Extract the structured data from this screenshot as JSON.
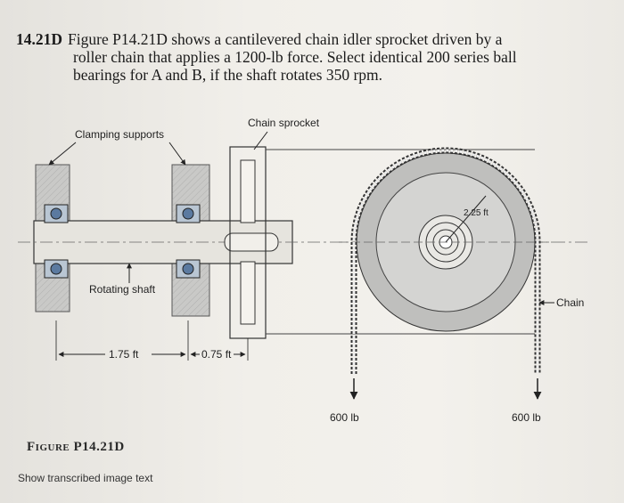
{
  "problem": {
    "number": "14.21D",
    "line1": "Figure P14.21D shows a cantilevered chain idler sprocket driven by a",
    "line2": "roller chain that applies a 1200-lb force. Select identical 200 series ball",
    "line3": "bearings for A and B, if the shaft rotates 350 rpm."
  },
  "figure": {
    "labels": {
      "clamping_supports": "Clamping supports",
      "chain_sprocket": "Chain sprocket",
      "rotating_shaft": "Rotating shaft",
      "chain": "Chain",
      "radius": "2.25 ft",
      "dim_left": "1.75 ft",
      "dim_right": "0.75 ft",
      "force_left": "600 lb",
      "force_right": "600 lb"
    },
    "caption_prefix": "Figure",
    "caption_id": "P14.21D"
  },
  "footer": {
    "show_transcribed": "Show transcribed image text"
  }
}
